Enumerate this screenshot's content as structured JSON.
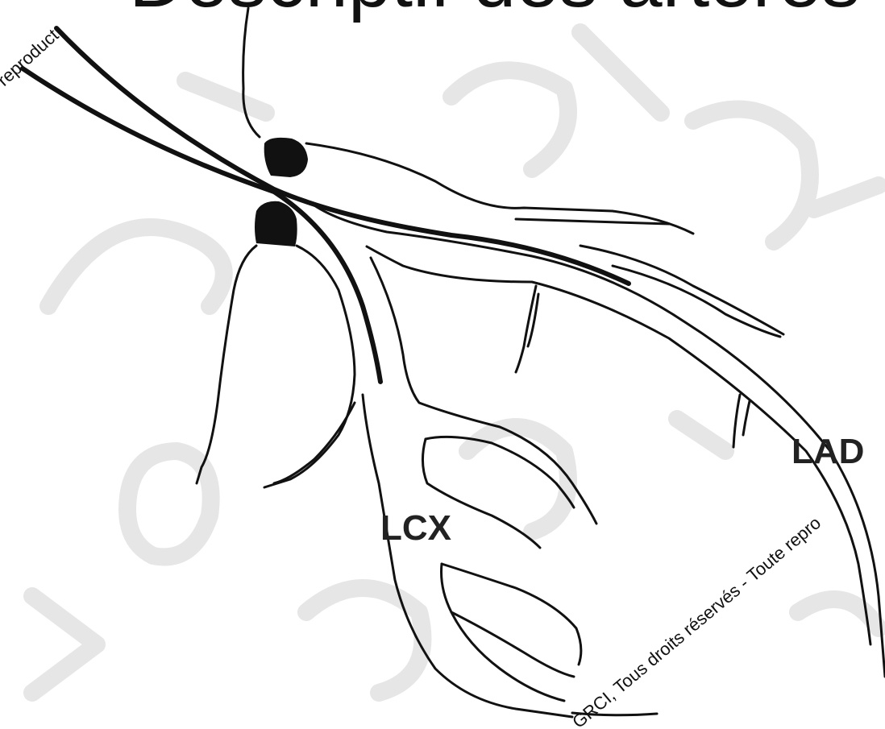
{
  "title": "Descriptif des artères",
  "labels": {
    "lcx": "LCX",
    "lad": "LAD"
  },
  "watermark": {
    "top_left": "reproduct",
    "diagonal": "GRCI, Tous droits réservés - Toute repro"
  },
  "colors": {
    "vessel": "#111111",
    "background": "#ffffff",
    "watermark": "#e6e6e6"
  }
}
